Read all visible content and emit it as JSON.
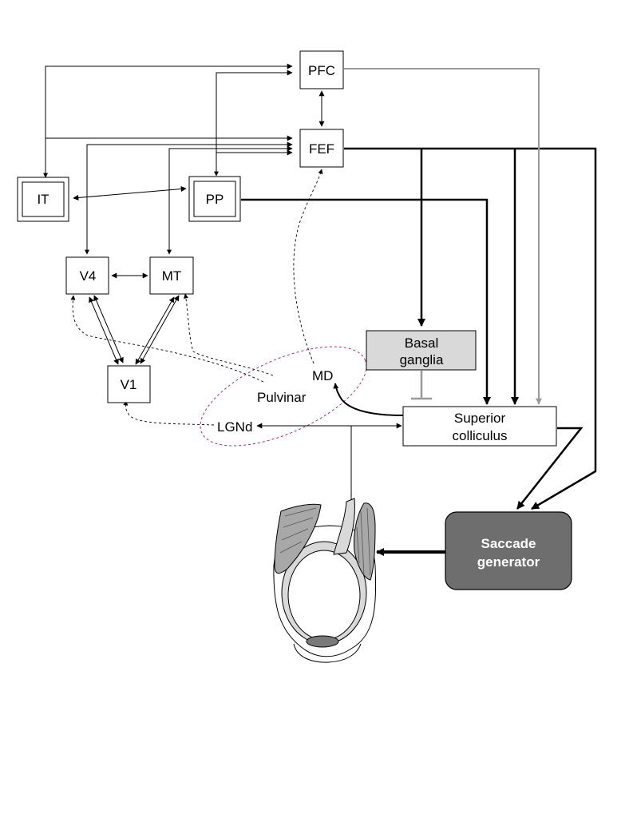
{
  "nodes": {
    "pfc": "PFC",
    "fef": "FEF",
    "it": "IT",
    "pp": "PP",
    "v4": "V4",
    "mt": "MT",
    "v1": "V1",
    "basal_ganglia": [
      "Basal",
      "ganglia"
    ],
    "md": "MD",
    "pulvinar": "Pulvinar",
    "lgnd": "LGNd",
    "superior_colliculus": [
      "Superior",
      "colliculus"
    ],
    "saccade_generator": [
      "Saccade",
      "generator"
    ]
  },
  "colors": {
    "line": "#000000",
    "grey_pathway": "#9a9a9a",
    "basal_ganglia_fill": "#d9d9d9",
    "saccade_fill": "#6e6e6e",
    "thalamus_outline": "#b03060"
  },
  "icons": {
    "eye": "eye-with-muscles-illustration"
  }
}
